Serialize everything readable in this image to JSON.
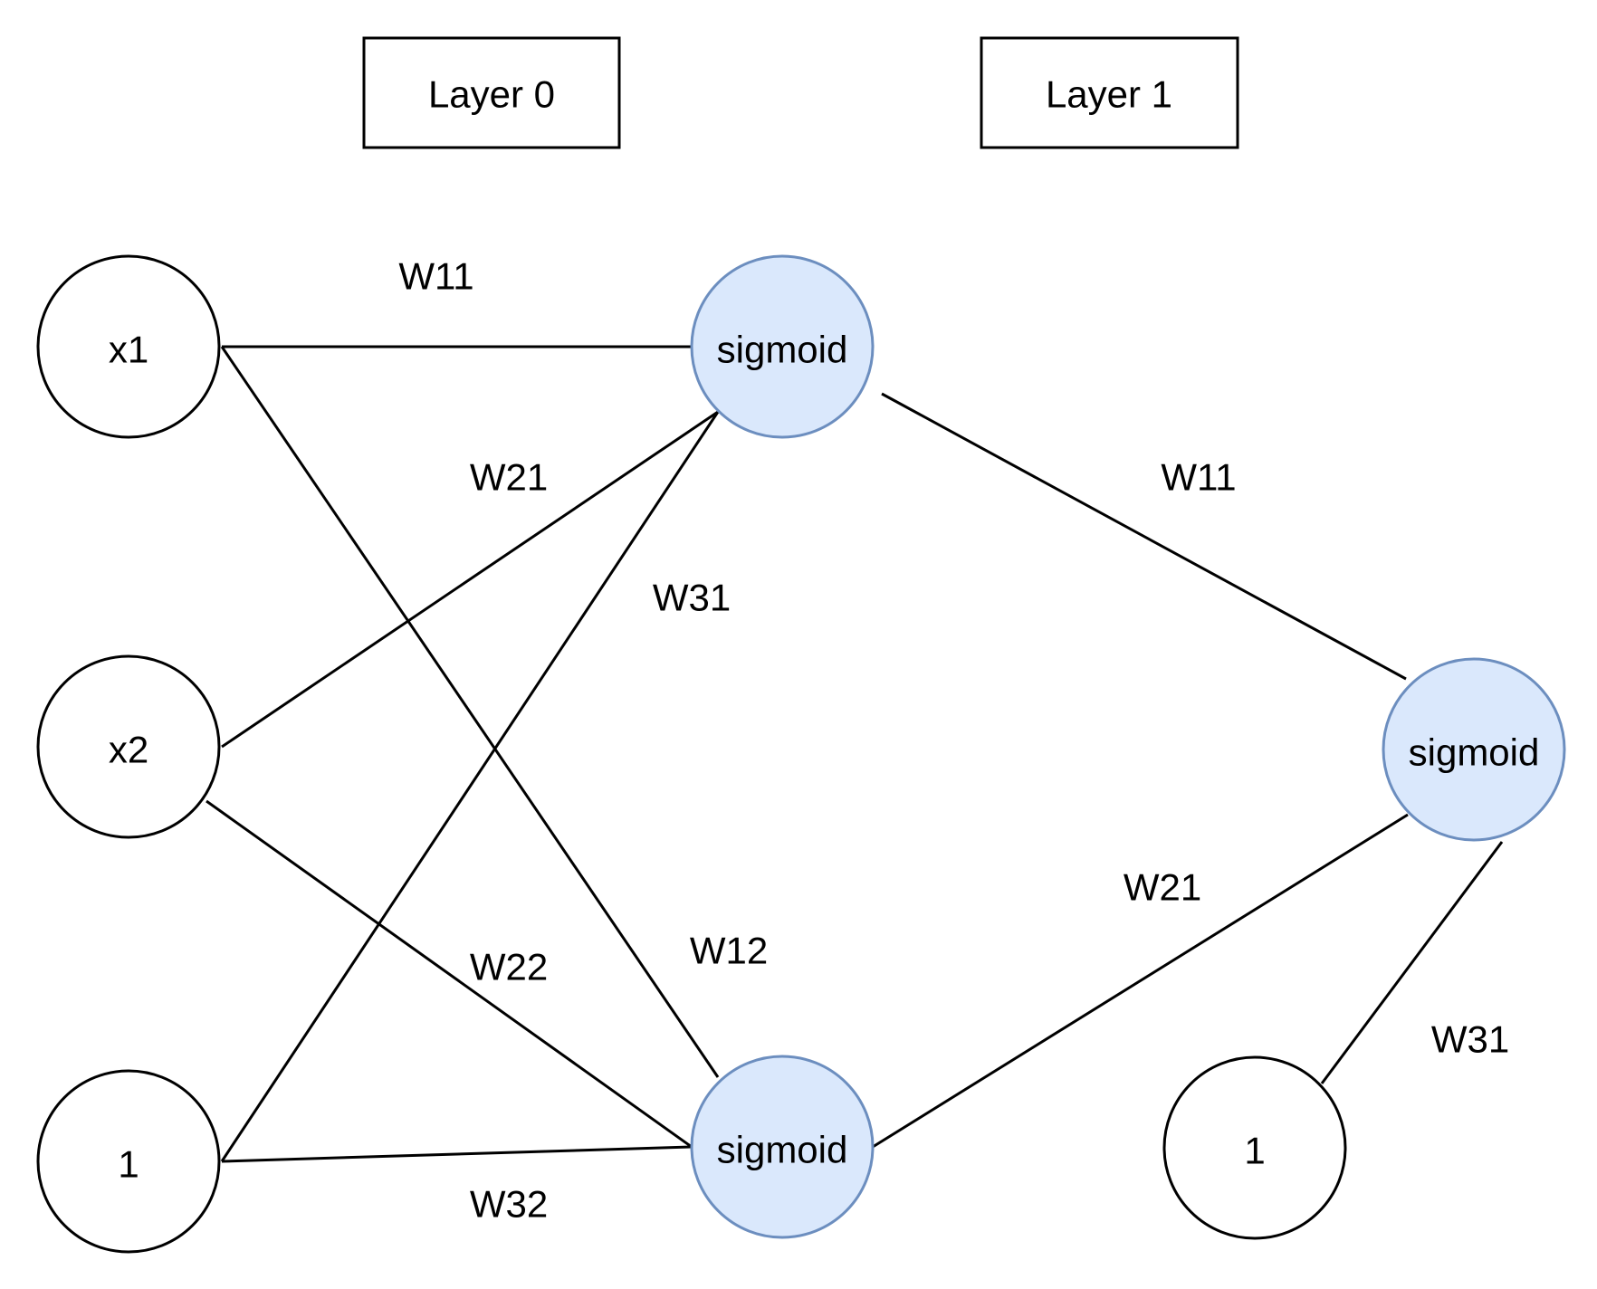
{
  "colors": {
    "background": "#ffffff",
    "stroke": "#000000",
    "activation_fill": "#dae8fc",
    "activation_stroke": "#6c8ebf"
  },
  "layers": [
    {
      "id": "layer0",
      "label": "Layer 0"
    },
    {
      "id": "layer1",
      "label": "Layer 1"
    }
  ],
  "nodes": [
    {
      "id": "x1",
      "label": "x1",
      "kind": "input"
    },
    {
      "id": "x2",
      "label": "x2",
      "kind": "input"
    },
    {
      "id": "bias0",
      "label": "1",
      "kind": "bias"
    },
    {
      "id": "h1",
      "label": "sigmoid",
      "kind": "activation"
    },
    {
      "id": "h2",
      "label": "sigmoid",
      "kind": "activation"
    },
    {
      "id": "out",
      "label": "sigmoid",
      "kind": "activation"
    },
    {
      "id": "bias1",
      "label": "1",
      "kind": "bias"
    }
  ],
  "edges": [
    {
      "id": "e-x1-h1",
      "from": "x1",
      "to": "h1",
      "label": "W11"
    },
    {
      "id": "e-x2-h1",
      "from": "x2",
      "to": "h1",
      "label": "W21"
    },
    {
      "id": "e-b0-h1",
      "from": "bias0",
      "to": "h1",
      "label": "W31"
    },
    {
      "id": "e-x1-h2",
      "from": "x1",
      "to": "h2",
      "label": "W12"
    },
    {
      "id": "e-x2-h2",
      "from": "x2",
      "to": "h2",
      "label": "W22"
    },
    {
      "id": "e-b0-h2",
      "from": "bias0",
      "to": "h2",
      "label": "W32"
    },
    {
      "id": "e-h1-out",
      "from": "h1",
      "to": "out",
      "label": "W11"
    },
    {
      "id": "e-h2-out",
      "from": "h2",
      "to": "out",
      "label": "W21"
    },
    {
      "id": "e-b1-out",
      "from": "bias1",
      "to": "out",
      "label": "W31"
    }
  ]
}
